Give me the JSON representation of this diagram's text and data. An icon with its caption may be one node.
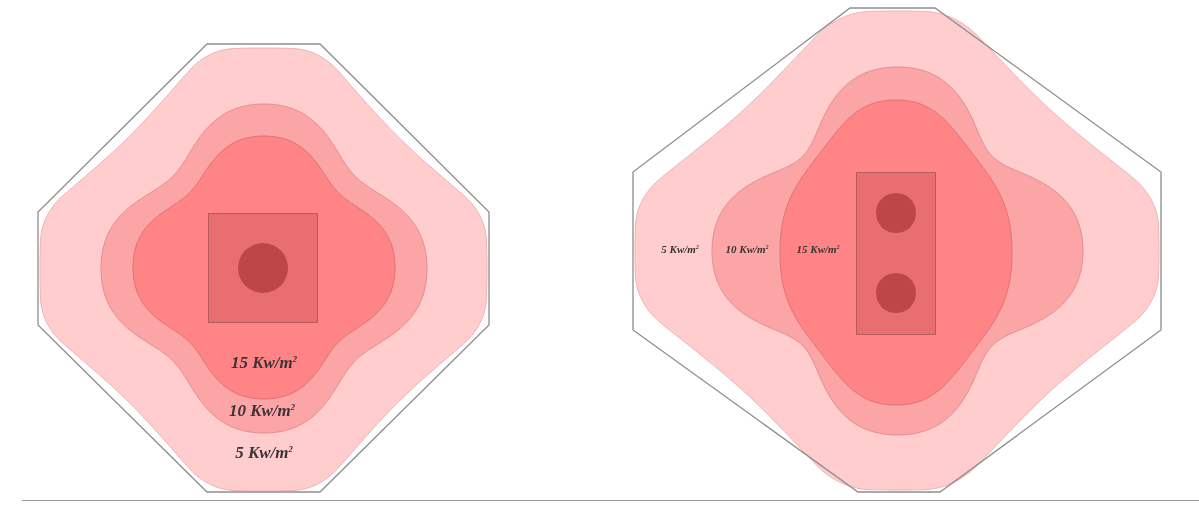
{
  "diagram": {
    "nodes": [
      {
        "text": [
          "5 Kw/m$^{2}$"
        ]
      },
      {
        "text": [
          "10 Kw/m$^{2}$"
        ],
        "in": 0
      },
      {
        "text": [
          "15 Kw/m$^{2}$"
        ],
        "in": 1
      },
      {
        "text": [
          "5 Kw/m$^{2}$"
        ]
      },
      {
        "text": [
          "10 Kw/m$^{2}$"
        ],
        "in": 3
      },
      {
        "text": [
          "15 Kw/m$^{2}$"
        ],
        "in": 4
      }
    ]
  }
}
